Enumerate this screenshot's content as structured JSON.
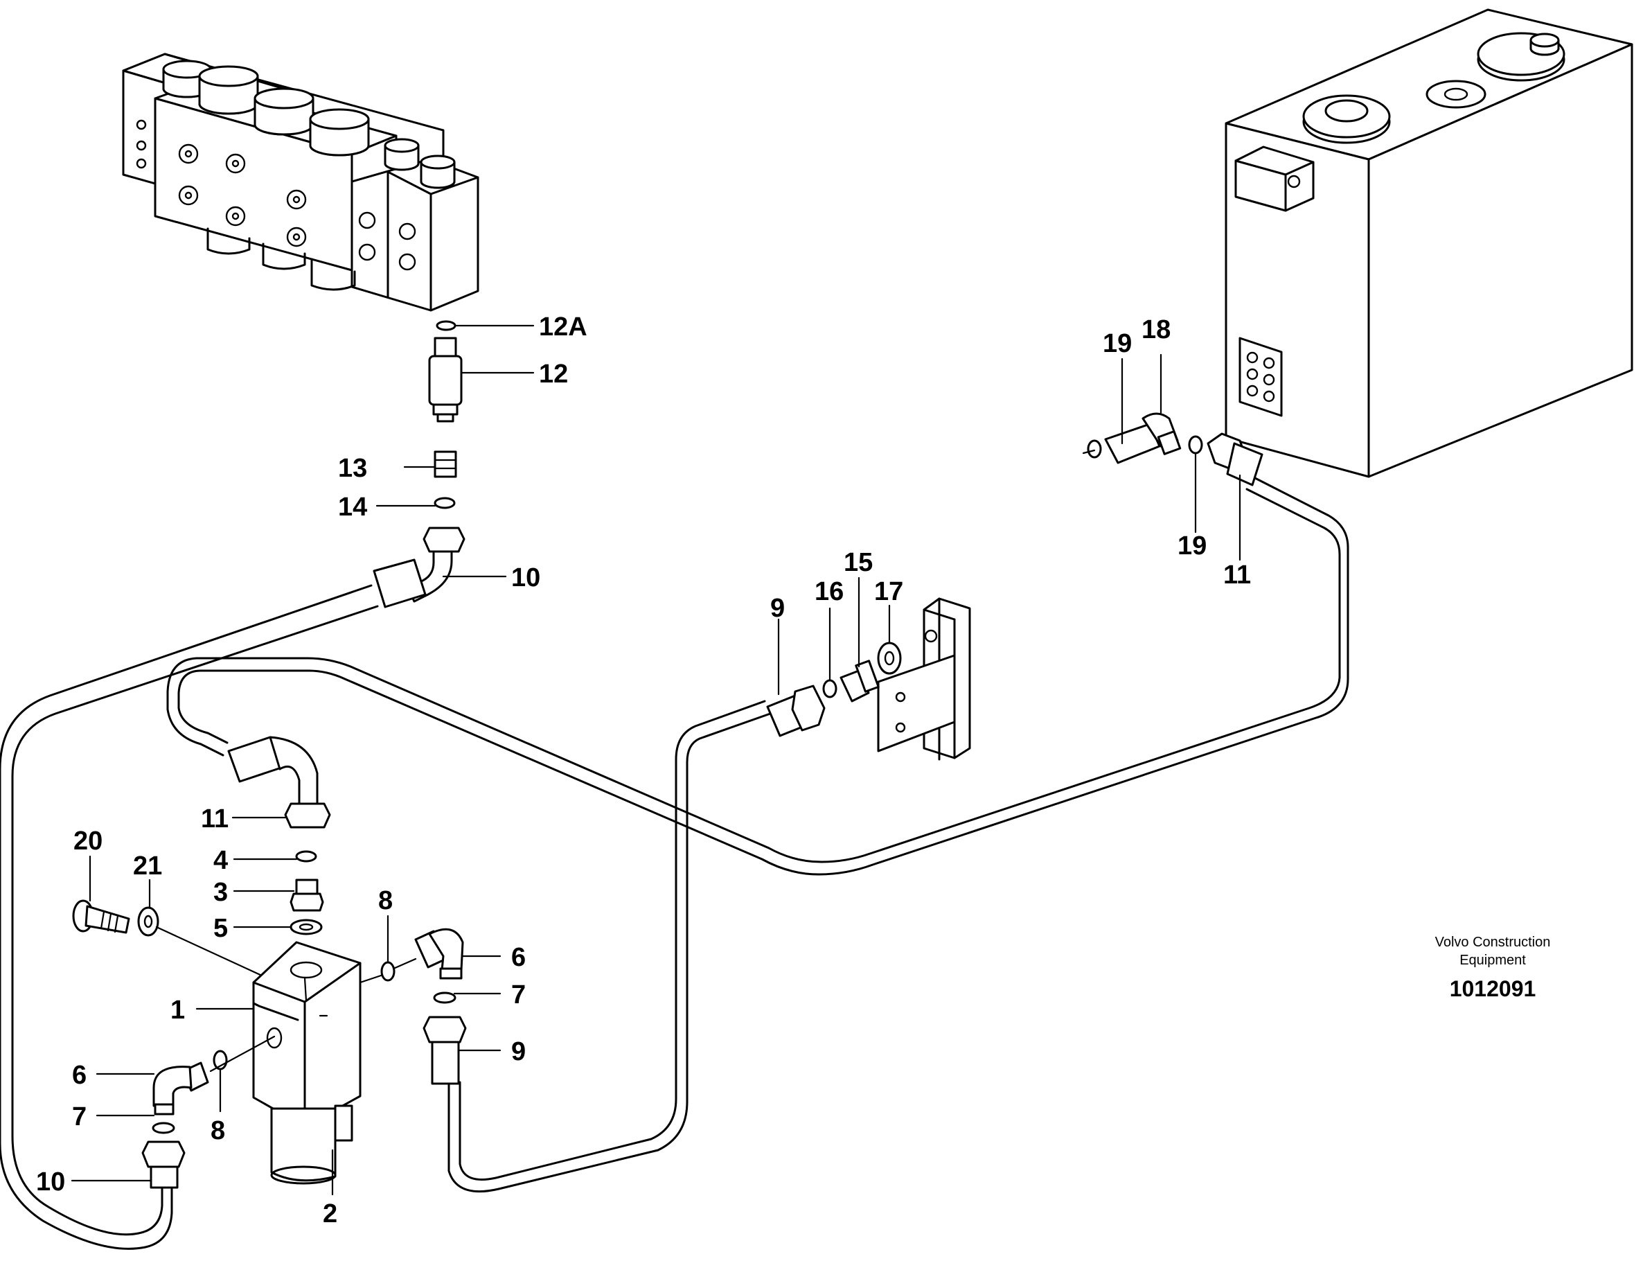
{
  "labels": {
    "l12a": "12A",
    "l12": "12",
    "l13": "13",
    "l14": "14",
    "l10_top": "10",
    "l19_a": "19",
    "l18": "18",
    "l19_b": "19",
    "l11_right": "11",
    "l9_mid": "9",
    "l16": "16",
    "l15": "15",
    "l17": "17",
    "l11_left": "11",
    "l20": "20",
    "l21": "21",
    "l4": "4",
    "l3": "3",
    "l5": "5",
    "l8_upper": "8",
    "l6_right": "6",
    "l7_right": "7",
    "l9_low": "9",
    "l1": "1",
    "l6_left": "6",
    "l7_left": "7",
    "l8_lower": "8",
    "l10_bottom": "10",
    "l2": "2"
  },
  "brand": {
    "line1": "Volvo Construction",
    "line2": "Equipment",
    "doc_number": "1012091"
  }
}
